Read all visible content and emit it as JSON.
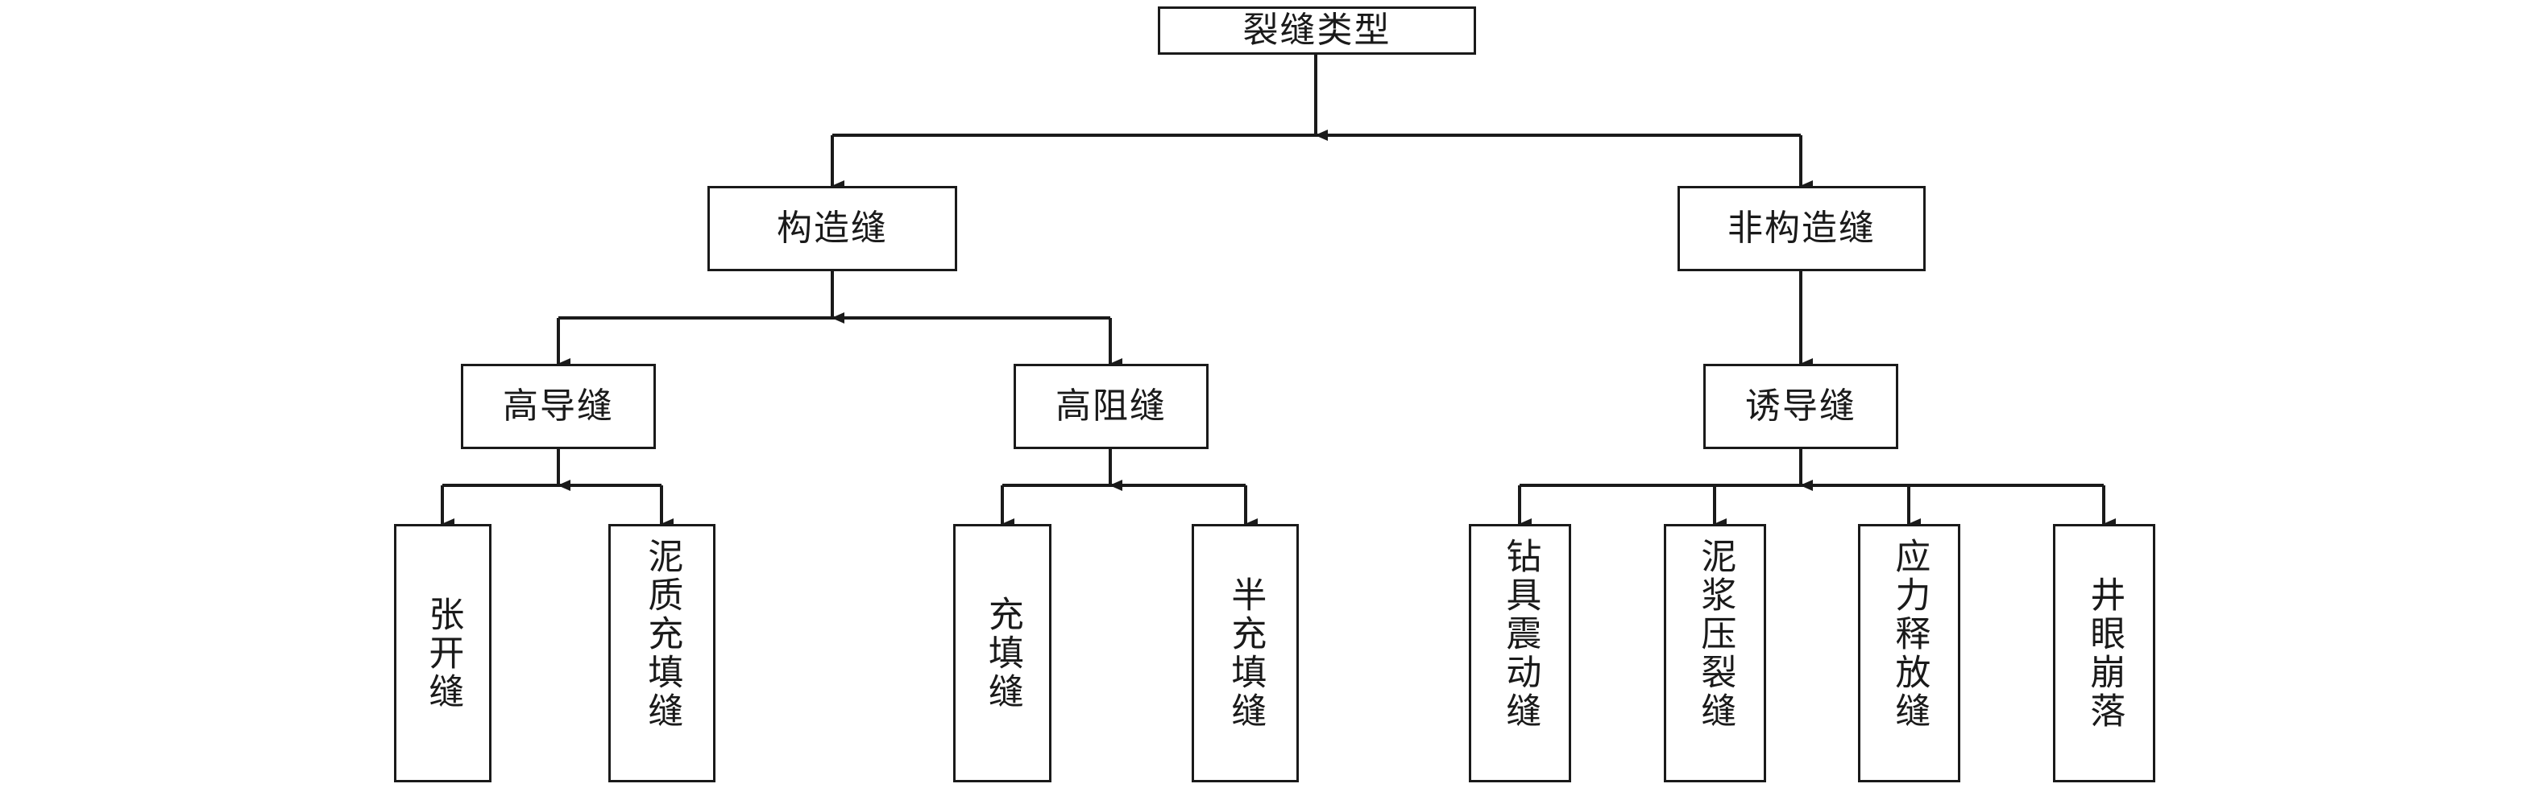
{
  "diagram": {
    "type": "hierarchy-tree",
    "orientation": "top-down",
    "title_node": "裂缝类型",
    "colors": {
      "stroke": "#1a1a1a",
      "fill": "#ffffff",
      "text": "#1a1a1a"
    },
    "levels": 4,
    "nodes": {
      "root": {
        "label": "裂缝类型",
        "level": 0,
        "orientation": "horizontal"
      },
      "l1_left": {
        "label": "构造缝",
        "level": 1,
        "orientation": "horizontal"
      },
      "l1_right": {
        "label": "非构造缝",
        "level": 1,
        "orientation": "horizontal"
      },
      "l2_a": {
        "label": "高导缝",
        "level": 2,
        "orientation": "horizontal"
      },
      "l2_b": {
        "label": "高阻缝",
        "level": 2,
        "orientation": "horizontal"
      },
      "l2_c": {
        "label": "诱导缝",
        "level": 2,
        "orientation": "horizontal"
      },
      "leaf_1": {
        "label": "张开缝",
        "level": 3,
        "orientation": "vertical"
      },
      "leaf_2": {
        "label": "泥质充填缝",
        "level": 3,
        "orientation": "vertical"
      },
      "leaf_3": {
        "label": "充填缝",
        "level": 3,
        "orientation": "vertical"
      },
      "leaf_4": {
        "label": "半充填缝",
        "level": 3,
        "orientation": "vertical"
      },
      "leaf_5": {
        "label": "钻具震动缝",
        "level": 3,
        "orientation": "vertical"
      },
      "leaf_6": {
        "label": "泥浆压裂缝",
        "level": 3,
        "orientation": "vertical"
      },
      "leaf_7": {
        "label": "应力释放缝",
        "level": 3,
        "orientation": "vertical"
      },
      "leaf_8": {
        "label": "井眼崩落",
        "level": 3,
        "orientation": "vertical"
      }
    },
    "edges": [
      {
        "from": "root",
        "to": "l1_left"
      },
      {
        "from": "root",
        "to": "l1_right"
      },
      {
        "from": "l1_left",
        "to": "l2_a"
      },
      {
        "from": "l1_left",
        "to": "l2_b"
      },
      {
        "from": "l1_right",
        "to": "l2_c"
      },
      {
        "from": "l2_a",
        "to": "leaf_1"
      },
      {
        "from": "l2_a",
        "to": "leaf_2"
      },
      {
        "from": "l2_b",
        "to": "leaf_3"
      },
      {
        "from": "l2_b",
        "to": "leaf_4"
      },
      {
        "from": "l2_c",
        "to": "leaf_5"
      },
      {
        "from": "l2_c",
        "to": "leaf_6"
      },
      {
        "from": "l2_c",
        "to": "leaf_7"
      },
      {
        "from": "l2_c",
        "to": "leaf_8"
      }
    ]
  }
}
